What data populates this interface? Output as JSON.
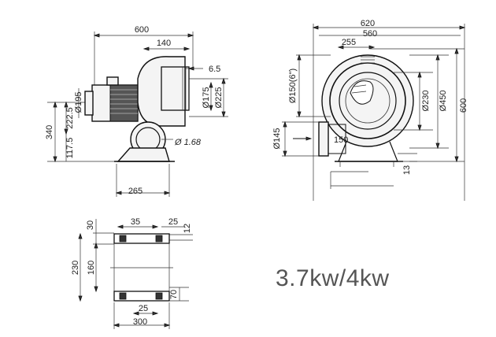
{
  "model_label": "3.7kw/4kw",
  "side_view": {
    "dim_length": "600",
    "dim_outlet_offset": "140",
    "dim_flange": "6.5",
    "dim_motor_dia": "Ø195",
    "dim_height_total": "340",
    "dim_center_height": "222.5",
    "dim_base_height": "117.5",
    "dim_outlet_inner": "Ø175",
    "dim_outlet_outer": "Ø225",
    "dim_inlet_dia": "Ø 1.68",
    "dim_base_width": "265"
  },
  "front_view": {
    "dim_width_total": "620",
    "dim_width_body": "560",
    "dim_inlet_offset": "255",
    "dim_inlet_pcd": "Ø150(6\")",
    "dim_outlet_dia": "Ø145",
    "dim_outlet_flange": "150",
    "dim_inner_dia": "Ø230",
    "dim_casing_dia": "Ø450",
    "dim_height": "600",
    "dim_foot": "13"
  },
  "base_view": {
    "dim_slot_a": "35",
    "dim_slot_b": "25",
    "dim_top": "30",
    "dim_edge": "12",
    "dim_depth_total": "230",
    "dim_depth_inner": "160",
    "dim_slot_c": "25",
    "dim_slot_d": "70",
    "dim_width": "300"
  }
}
